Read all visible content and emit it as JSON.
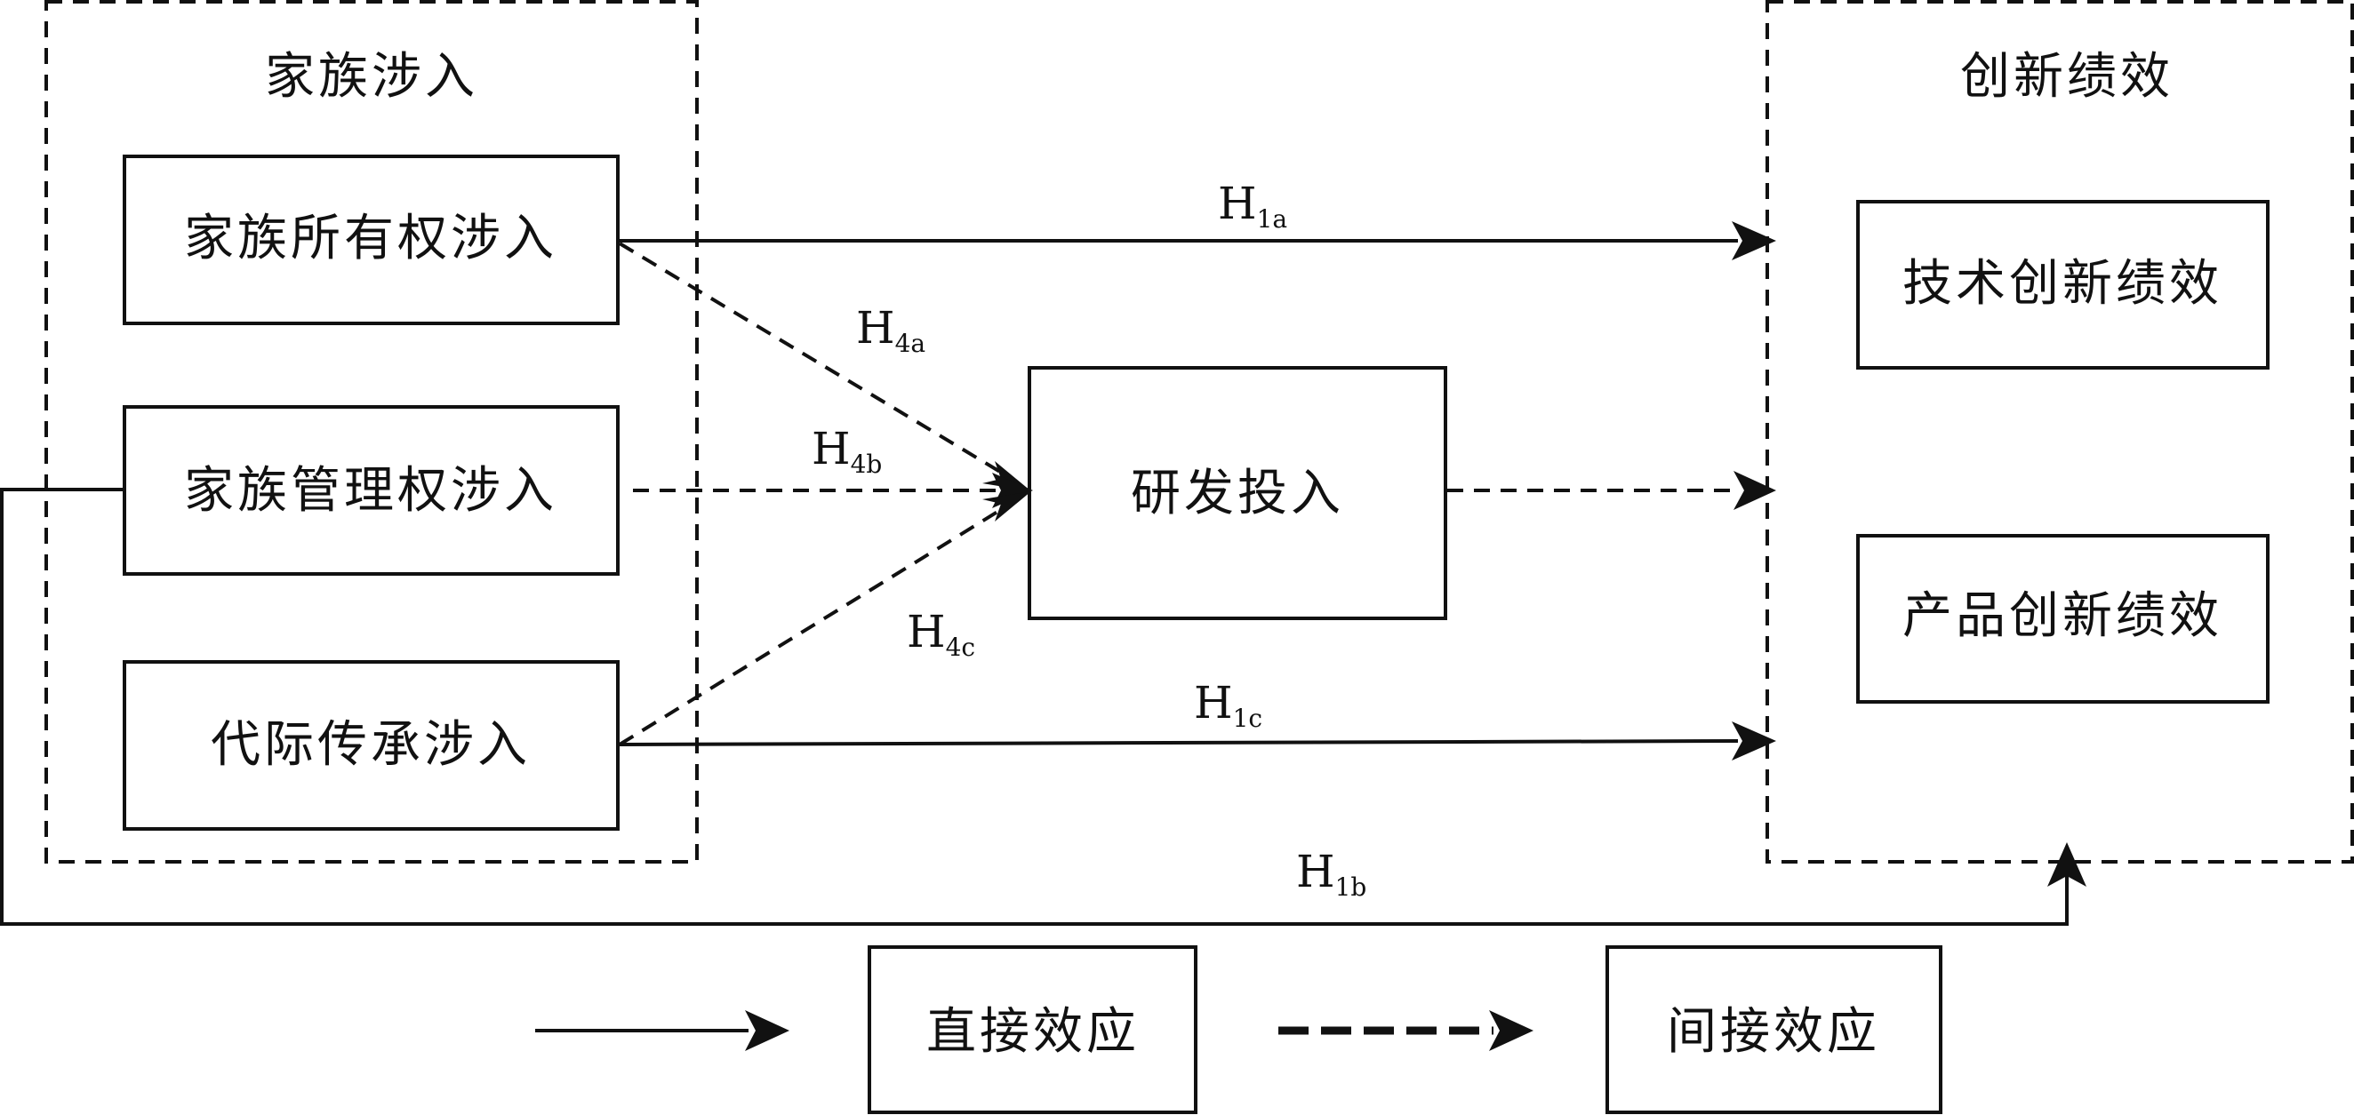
{
  "groups": {
    "left_title": "家族涉入",
    "right_title": "创新绩效"
  },
  "nodes": {
    "ownership": "家族所有权涉入",
    "management": "家族管理权涉入",
    "succession": "代际传承涉入",
    "rd": "研发投入",
    "tech": "技术创新绩效",
    "product": "产品创新绩效"
  },
  "edges": [
    {
      "from": "ownership",
      "to": "innovation",
      "style": "direct",
      "label": "H",
      "sub": "1a"
    },
    {
      "from": "management",
      "to": "innovation",
      "style": "direct",
      "label": "H",
      "sub": "1b"
    },
    {
      "from": "succession",
      "to": "innovation",
      "style": "direct",
      "label": "H",
      "sub": "1c"
    },
    {
      "from": "ownership",
      "to": "rd",
      "style": "indirect",
      "label": "H",
      "sub": "4a"
    },
    {
      "from": "management",
      "to": "rd",
      "style": "indirect",
      "label": "H",
      "sub": "4b"
    },
    {
      "from": "succession",
      "to": "rd",
      "style": "indirect",
      "label": "H",
      "sub": "4c"
    },
    {
      "from": "rd",
      "to": "innovation",
      "style": "indirect",
      "label": "",
      "sub": ""
    }
  ],
  "legend": {
    "direct": "直接效应",
    "indirect": "间接效应"
  }
}
